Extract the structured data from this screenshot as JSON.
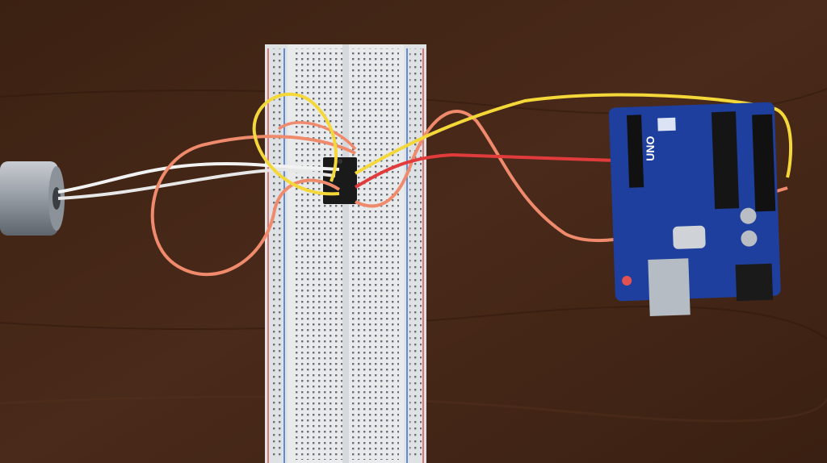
{
  "board": {
    "name": "UNO",
    "color": "#1f3f9e"
  },
  "breadboard": {
    "color": "#e9ecef",
    "rail_red": "#d9534f",
    "rail_blue": "#3b6fd1"
  },
  "wires": [
    {
      "color": "#f4d83a",
      "name": "yellow"
    },
    {
      "color": "#f08a6c",
      "name": "salmon"
    },
    {
      "color": "#e23b3b",
      "name": "red"
    },
    {
      "color": "#f2f2f2",
      "name": "white"
    }
  ],
  "table": {
    "color": "#4a2a1a"
  }
}
